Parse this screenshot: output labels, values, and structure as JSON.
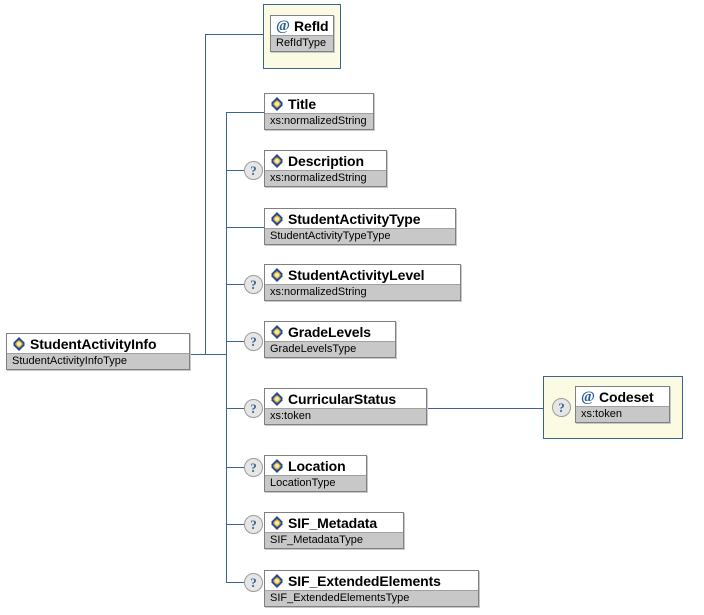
{
  "diagram": {
    "kind": "xml-schema-tree",
    "line_color": "#3a6394",
    "box_border_color": "#808080",
    "type_row_bg": "#c8c8c8",
    "attr_container_bg": "#fbfbe4",
    "attr_container_border": "#3a6394"
  },
  "root": {
    "name": "StudentActivityInfo",
    "type": "StudentActivityInfoType",
    "icon": "element-icon",
    "optional": false
  },
  "attributes": [
    {
      "name": "RefId",
      "type": "RefIdType",
      "icon": "at-icon",
      "optional": false
    }
  ],
  "children": [
    {
      "name": "Title",
      "type": "xs:normalizedString",
      "icon": "element-icon",
      "optional": false
    },
    {
      "name": "Description",
      "type": "xs:normalizedString",
      "icon": "element-icon",
      "optional": true,
      "optional_marker": "?"
    },
    {
      "name": "StudentActivityType",
      "type": "StudentActivityTypeType",
      "icon": "element-icon",
      "optional": false
    },
    {
      "name": "StudentActivityLevel",
      "type": "xs:normalizedString",
      "icon": "element-icon",
      "optional": true,
      "optional_marker": "?"
    },
    {
      "name": "GradeLevels",
      "type": "GradeLevelsType",
      "icon": "element-icon",
      "optional": true,
      "optional_marker": "?"
    },
    {
      "name": "CurricularStatus",
      "type": "xs:token",
      "icon": "element-icon",
      "optional": true,
      "optional_marker": "?"
    },
    {
      "name": "Location",
      "type": "LocationType",
      "icon": "element-icon",
      "optional": true,
      "optional_marker": "?"
    },
    {
      "name": "SIF_Metadata",
      "type": "SIF_MetadataType",
      "icon": "element-icon",
      "optional": true,
      "optional_marker": "?"
    },
    {
      "name": "SIF_ExtendedElements",
      "type": "SIF_ExtendedElementsType",
      "icon": "element-icon",
      "optional": true,
      "optional_marker": "?"
    }
  ],
  "sub_attributes": [
    {
      "parent": "CurricularStatus",
      "name": "Codeset",
      "type": "xs:token",
      "icon": "at-icon",
      "optional": true,
      "optional_marker": "?"
    }
  ]
}
